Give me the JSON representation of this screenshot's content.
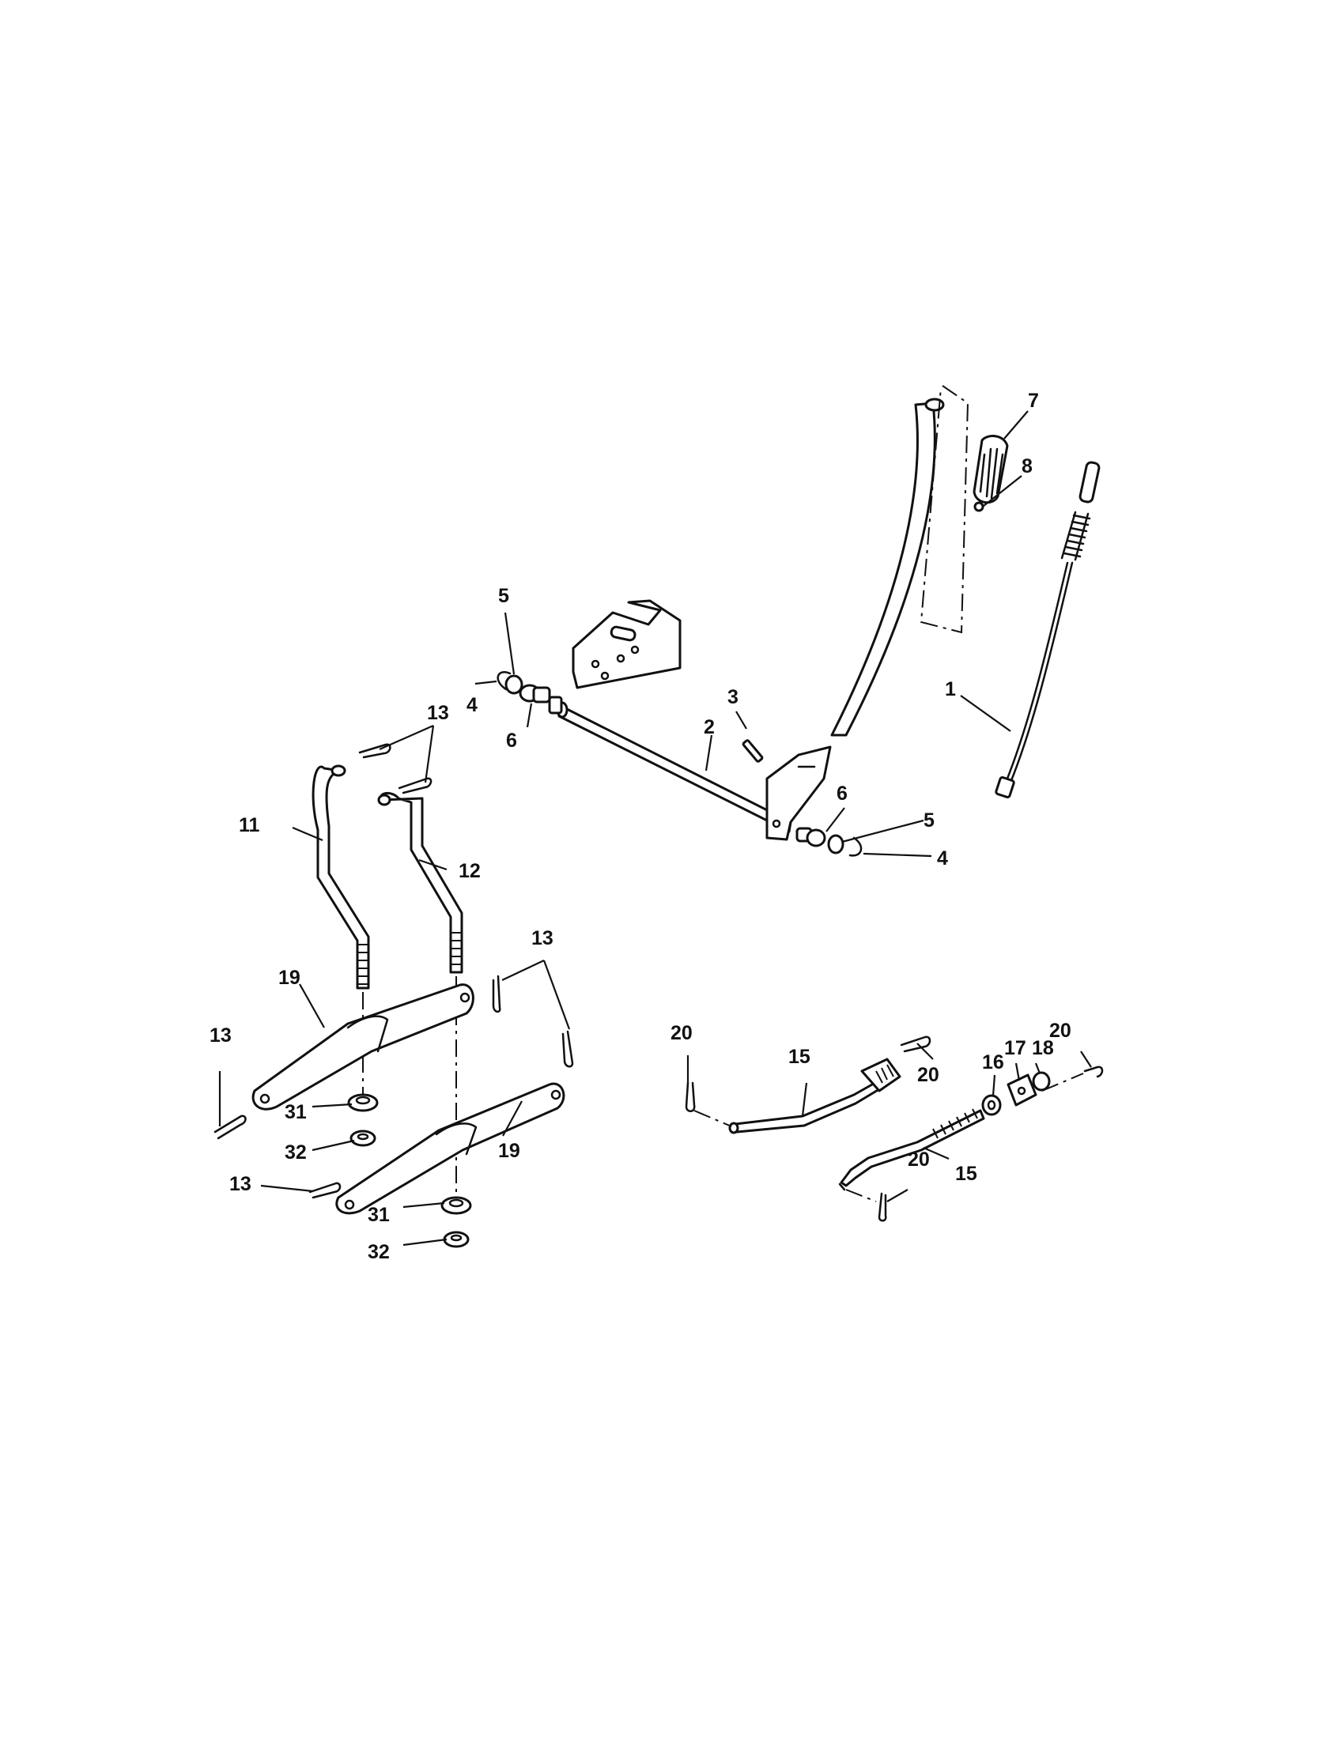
{
  "diagram": {
    "callouts": [
      {
        "id": "c1",
        "text": "1"
      },
      {
        "id": "c2",
        "text": "2"
      },
      {
        "id": "c3",
        "text": "3"
      },
      {
        "id": "c4a",
        "text": "4"
      },
      {
        "id": "c4b",
        "text": "4"
      },
      {
        "id": "c5a",
        "text": "5"
      },
      {
        "id": "c5b",
        "text": "5"
      },
      {
        "id": "c6a",
        "text": "6"
      },
      {
        "id": "c6b",
        "text": "6"
      },
      {
        "id": "c7",
        "text": "7"
      },
      {
        "id": "c8",
        "text": "8"
      },
      {
        "id": "c11",
        "text": "11"
      },
      {
        "id": "c12",
        "text": "12"
      },
      {
        "id": "c13a",
        "text": "13"
      },
      {
        "id": "c13b",
        "text": "13"
      },
      {
        "id": "c13c",
        "text": "13"
      },
      {
        "id": "c13d",
        "text": "13"
      },
      {
        "id": "c15a",
        "text": "15"
      },
      {
        "id": "c15b",
        "text": "15"
      },
      {
        "id": "c16",
        "text": "16"
      },
      {
        "id": "c17",
        "text": "17"
      },
      {
        "id": "c18",
        "text": "18"
      },
      {
        "id": "c19a",
        "text": "19"
      },
      {
        "id": "c19b",
        "text": "19"
      },
      {
        "id": "c20a",
        "text": "20"
      },
      {
        "id": "c20b",
        "text": "20"
      },
      {
        "id": "c20c",
        "text": "20"
      },
      {
        "id": "c20d",
        "text": "20"
      },
      {
        "id": "c31a",
        "text": "31"
      },
      {
        "id": "c31b",
        "text": "31"
      },
      {
        "id": "c32a",
        "text": "32"
      },
      {
        "id": "c32b",
        "text": "32"
      }
    ]
  }
}
